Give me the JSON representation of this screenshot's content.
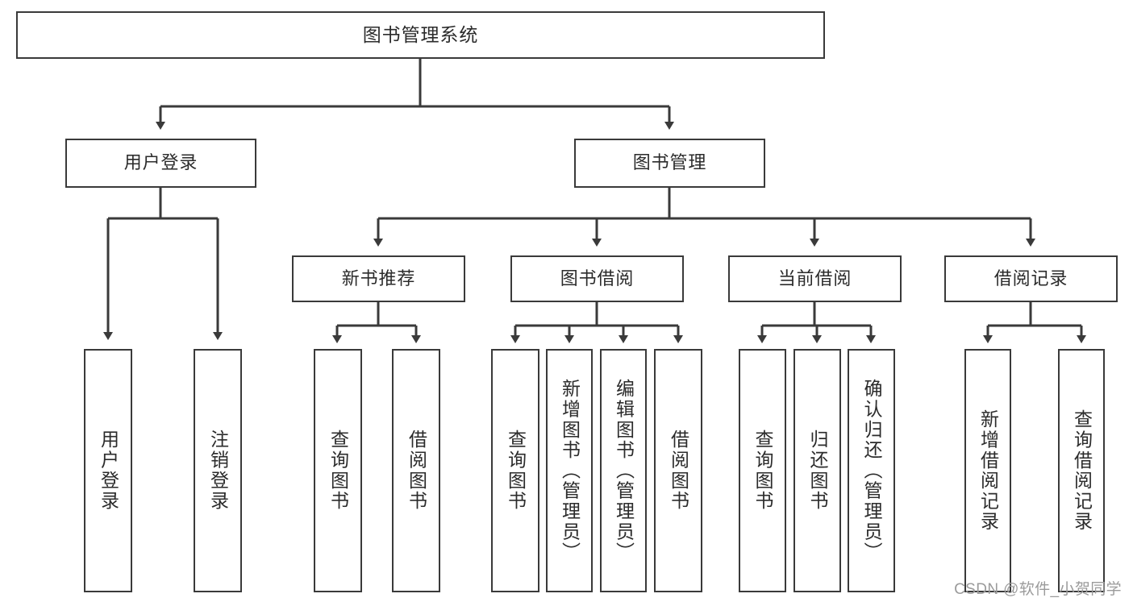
{
  "diagram": {
    "title": "图书管理系统",
    "watermark": "CSDN @软件_小贺同学",
    "type": "tree",
    "colors": {
      "box_border": "#3a3a3a",
      "box_fill": "#ffffff",
      "text": "#2b2b2b",
      "edge": "#3a3a3a",
      "watermark": "#9b9b9b",
      "background": "#ffffff"
    },
    "root": {
      "label": "图书管理系统"
    },
    "level2": [
      {
        "label": "用户登录"
      },
      {
        "label": "图书管理"
      }
    ],
    "level3": [
      {
        "label": "新书推荐"
      },
      {
        "label": "图书借阅"
      },
      {
        "label": "当前借阅"
      },
      {
        "label": "借阅记录"
      }
    ],
    "leaves": {
      "user_login": [
        {
          "label": "用户登录"
        },
        {
          "label": "注销登录"
        }
      ],
      "new_book_recommend": [
        {
          "label": "查询图书"
        },
        {
          "label": "借阅图书"
        }
      ],
      "book_borrow": [
        {
          "label": "查询图书"
        },
        {
          "label": "新增图书（管理员）"
        },
        {
          "label": "编辑图书（管理员）"
        },
        {
          "label": "借阅图书"
        }
      ],
      "current_borrow": [
        {
          "label": "查询图书"
        },
        {
          "label": "归还图书"
        },
        {
          "label": "确认归还（管理员）"
        }
      ],
      "borrow_record": [
        {
          "label": "新增借阅记录"
        },
        {
          "label": "查询借阅记录"
        }
      ]
    }
  }
}
